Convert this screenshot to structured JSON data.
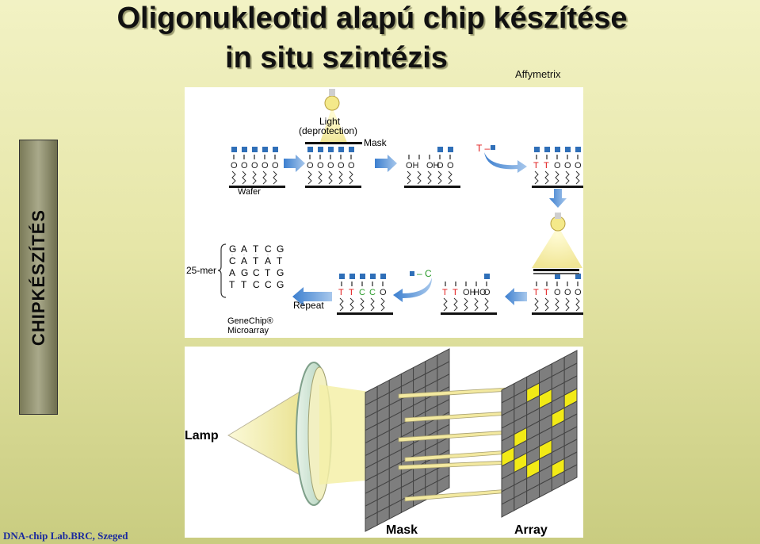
{
  "title_line1": "Oligonukleotid alapú chip készítése",
  "title_line2": "in situ szintézis",
  "source_label": "Affymetrix",
  "sidebar_label": "CHIPKÉSZÍTÉS",
  "footer": "DNA-chip Lab.BRC, Szeged",
  "diagram1": {
    "light_label_1": "Light",
    "light_label_2": "(deprotection)",
    "mask": "Mask",
    "wafer": "Wafer",
    "t_reagent": "T –",
    "c_reagent": "– C",
    "repeat": "Repeat",
    "mer_label": "25-mer",
    "product_1": "GeneChip®",
    "product_2": "Microarray",
    "seq_rows": [
      [
        "G",
        "A",
        "T",
        "C",
        "G"
      ],
      [
        "C",
        "A",
        "T",
        "A",
        "T"
      ],
      [
        "A",
        "G",
        "C",
        "T",
        "G"
      ],
      [
        "T",
        "T",
        "C",
        "C",
        "G"
      ]
    ],
    "colors": {
      "blue": "#2f6fb8",
      "red": "#e01818",
      "green": "#2a9a2a",
      "arrow": "#6d9fd6",
      "glow": "#f6f0a0"
    }
  },
  "diagram2": {
    "lamp": "Lamp",
    "mask": "Mask",
    "array": "Array",
    "colors": {
      "grid": "#7e7e7e",
      "highlight": "#f2ea16",
      "lens": "#cfe8d8",
      "cone": "#f3efb6"
    }
  }
}
